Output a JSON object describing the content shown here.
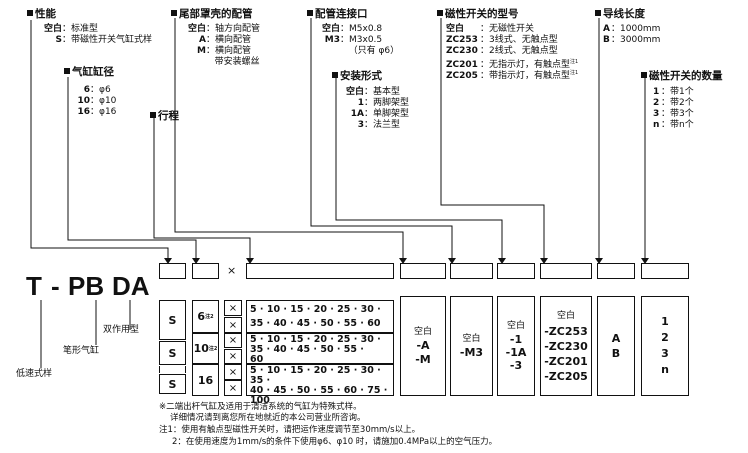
{
  "sections": {
    "nature": {
      "title": "性能",
      "items": [
        {
          "key": "空白",
          "val": "标准型"
        },
        {
          "key": "S",
          "val": "带磁性开关气缸式样"
        }
      ]
    },
    "bore": {
      "title": "气缸缸径",
      "items": [
        {
          "key": "6",
          "val": "φ6"
        },
        {
          "key": "10",
          "val": "φ10"
        },
        {
          "key": "16",
          "val": "φ16"
        }
      ]
    },
    "stroke": {
      "title": "行程"
    },
    "tail": {
      "title": "尾部罩壳的配管",
      "items": [
        {
          "key": "空白",
          "val": "轴方向配管"
        },
        {
          "key": "A",
          "val": "横向配管"
        },
        {
          "key": "M",
          "val": "横向配管"
        },
        {
          "key": "",
          "val": "带安装螺丝"
        }
      ]
    },
    "port": {
      "title": "配管连接口",
      "items": [
        {
          "key": "空白",
          "val": "M5x0.8"
        },
        {
          "key": "M3",
          "val": "M3x0.5"
        },
        {
          "key": "",
          "val": "（只有 φ6）"
        }
      ]
    },
    "mount": {
      "title": "安装形式",
      "items": [
        {
          "key": "空白",
          "val": "基本型"
        },
        {
          "key": "1",
          "val": "两脚架型"
        },
        {
          "key": "1A",
          "val": "单脚架型"
        },
        {
          "key": "3",
          "val": "法兰型"
        }
      ]
    },
    "switch_model": {
      "title": "磁性开关的型号",
      "items": [
        {
          "key": "空白",
          "val": "无磁性开关"
        },
        {
          "key": "ZC253",
          "val": "3线式、无触点型"
        },
        {
          "key": "ZC230",
          "val": "2线式、无触点型"
        },
        {
          "key": "ZC201",
          "val": "无指示灯，有触点型",
          "sup": "注1"
        },
        {
          "key": "ZC205",
          "val": "带指示灯，有触点型",
          "sup": "注1"
        }
      ]
    },
    "lead": {
      "title": "导线长度",
      "items": [
        {
          "key": "A",
          "val": "1000mm"
        },
        {
          "key": "B",
          "val": "3000mm"
        }
      ]
    },
    "switch_qty": {
      "title": "磁性开关的数量",
      "items": [
        {
          "key": "1",
          "val": "带1个"
        },
        {
          "key": "2",
          "val": "带2个"
        },
        {
          "key": "3",
          "val": "带3个"
        },
        {
          "key": "n",
          "val": "带n个"
        }
      ]
    }
  },
  "model": {
    "T": "T",
    "dash1": "-",
    "PB": "PB",
    "DA": "DA",
    "times": "×",
    "labels": {
      "DA": "双作用型",
      "PB": "笔形气缸",
      "T": "低速式样"
    }
  },
  "table": {
    "rows": [
      {
        "s": "S",
        "bore": "6",
        "bore_sup": "注2",
        "x": [
          "×",
          "×"
        ],
        "strokes": [
          "5 · 10 · 15 · 20 · 25 · 30 ·",
          "35 · 40 · 45 · 50 · 55 · 60"
        ]
      },
      {
        "s": "S",
        "bore": "10",
        "bore_sup": "注2",
        "x": [
          "×",
          "×"
        ],
        "strokes": [
          "5 · 10 · 15 · 20 · 25 · 30 ·",
          "35 · 40 · 45 · 50 · 55 ·",
          "60"
        ]
      },
      {
        "s": "S",
        "bore": "16",
        "bore_sup": "",
        "x": [
          "×",
          "×"
        ],
        "strokes": [
          "5 · 10 · 15 · 20 · 25 · 30 · 35 ·",
          "40 · 45 · 50 · 55 · 60 · 75 ·",
          "100"
        ]
      }
    ],
    "tail_col": [
      "空白",
      "-A",
      "-M"
    ],
    "port_col": [
      "空白",
      "-M3"
    ],
    "mount_col": [
      "空白",
      "-1",
      "-1A",
      "-3"
    ],
    "switch_col": [
      "空白",
      "-ZC253",
      "-ZC230",
      "-ZC201",
      "-ZC205"
    ],
    "lead_col": [
      "A",
      "B"
    ],
    "qty_col": [
      "1",
      "2",
      "3",
      "n"
    ]
  },
  "notes": [
    "※二端出杆气缸及适用于清洁系统的气缸为特殊式样。",
    "详细情况请到离您所在地就近的本公司营业所咨询。",
    "注1：使用有触点型磁性开关时，请把运作速度调节至30mm/s以上。",
    "2：在使用速度为1mm/s的条件下使用φ6、φ10 时，请施加0.4MPa以上的空气压力。"
  ]
}
